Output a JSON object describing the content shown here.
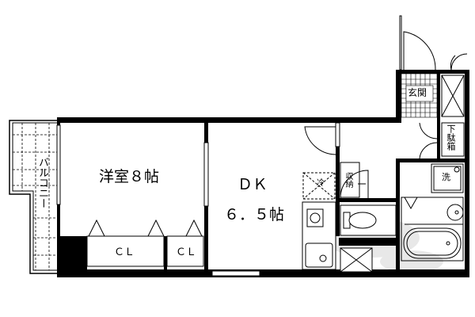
{
  "rooms": {
    "western_room": "洋室８帖",
    "dk_name": "ＤＫ",
    "dk_size": "６．５帖",
    "closet_1": "ＣＬ",
    "closet_2": "ＣＬ",
    "balcony": "バルコニー",
    "entrance": "玄関",
    "shoe_box": "下駄箱",
    "storage": "収納",
    "fridge": "冷",
    "washer": "洗"
  },
  "colors": {
    "wall": "#000000",
    "background": "#ffffff",
    "watermark": "#e6e6e6"
  }
}
